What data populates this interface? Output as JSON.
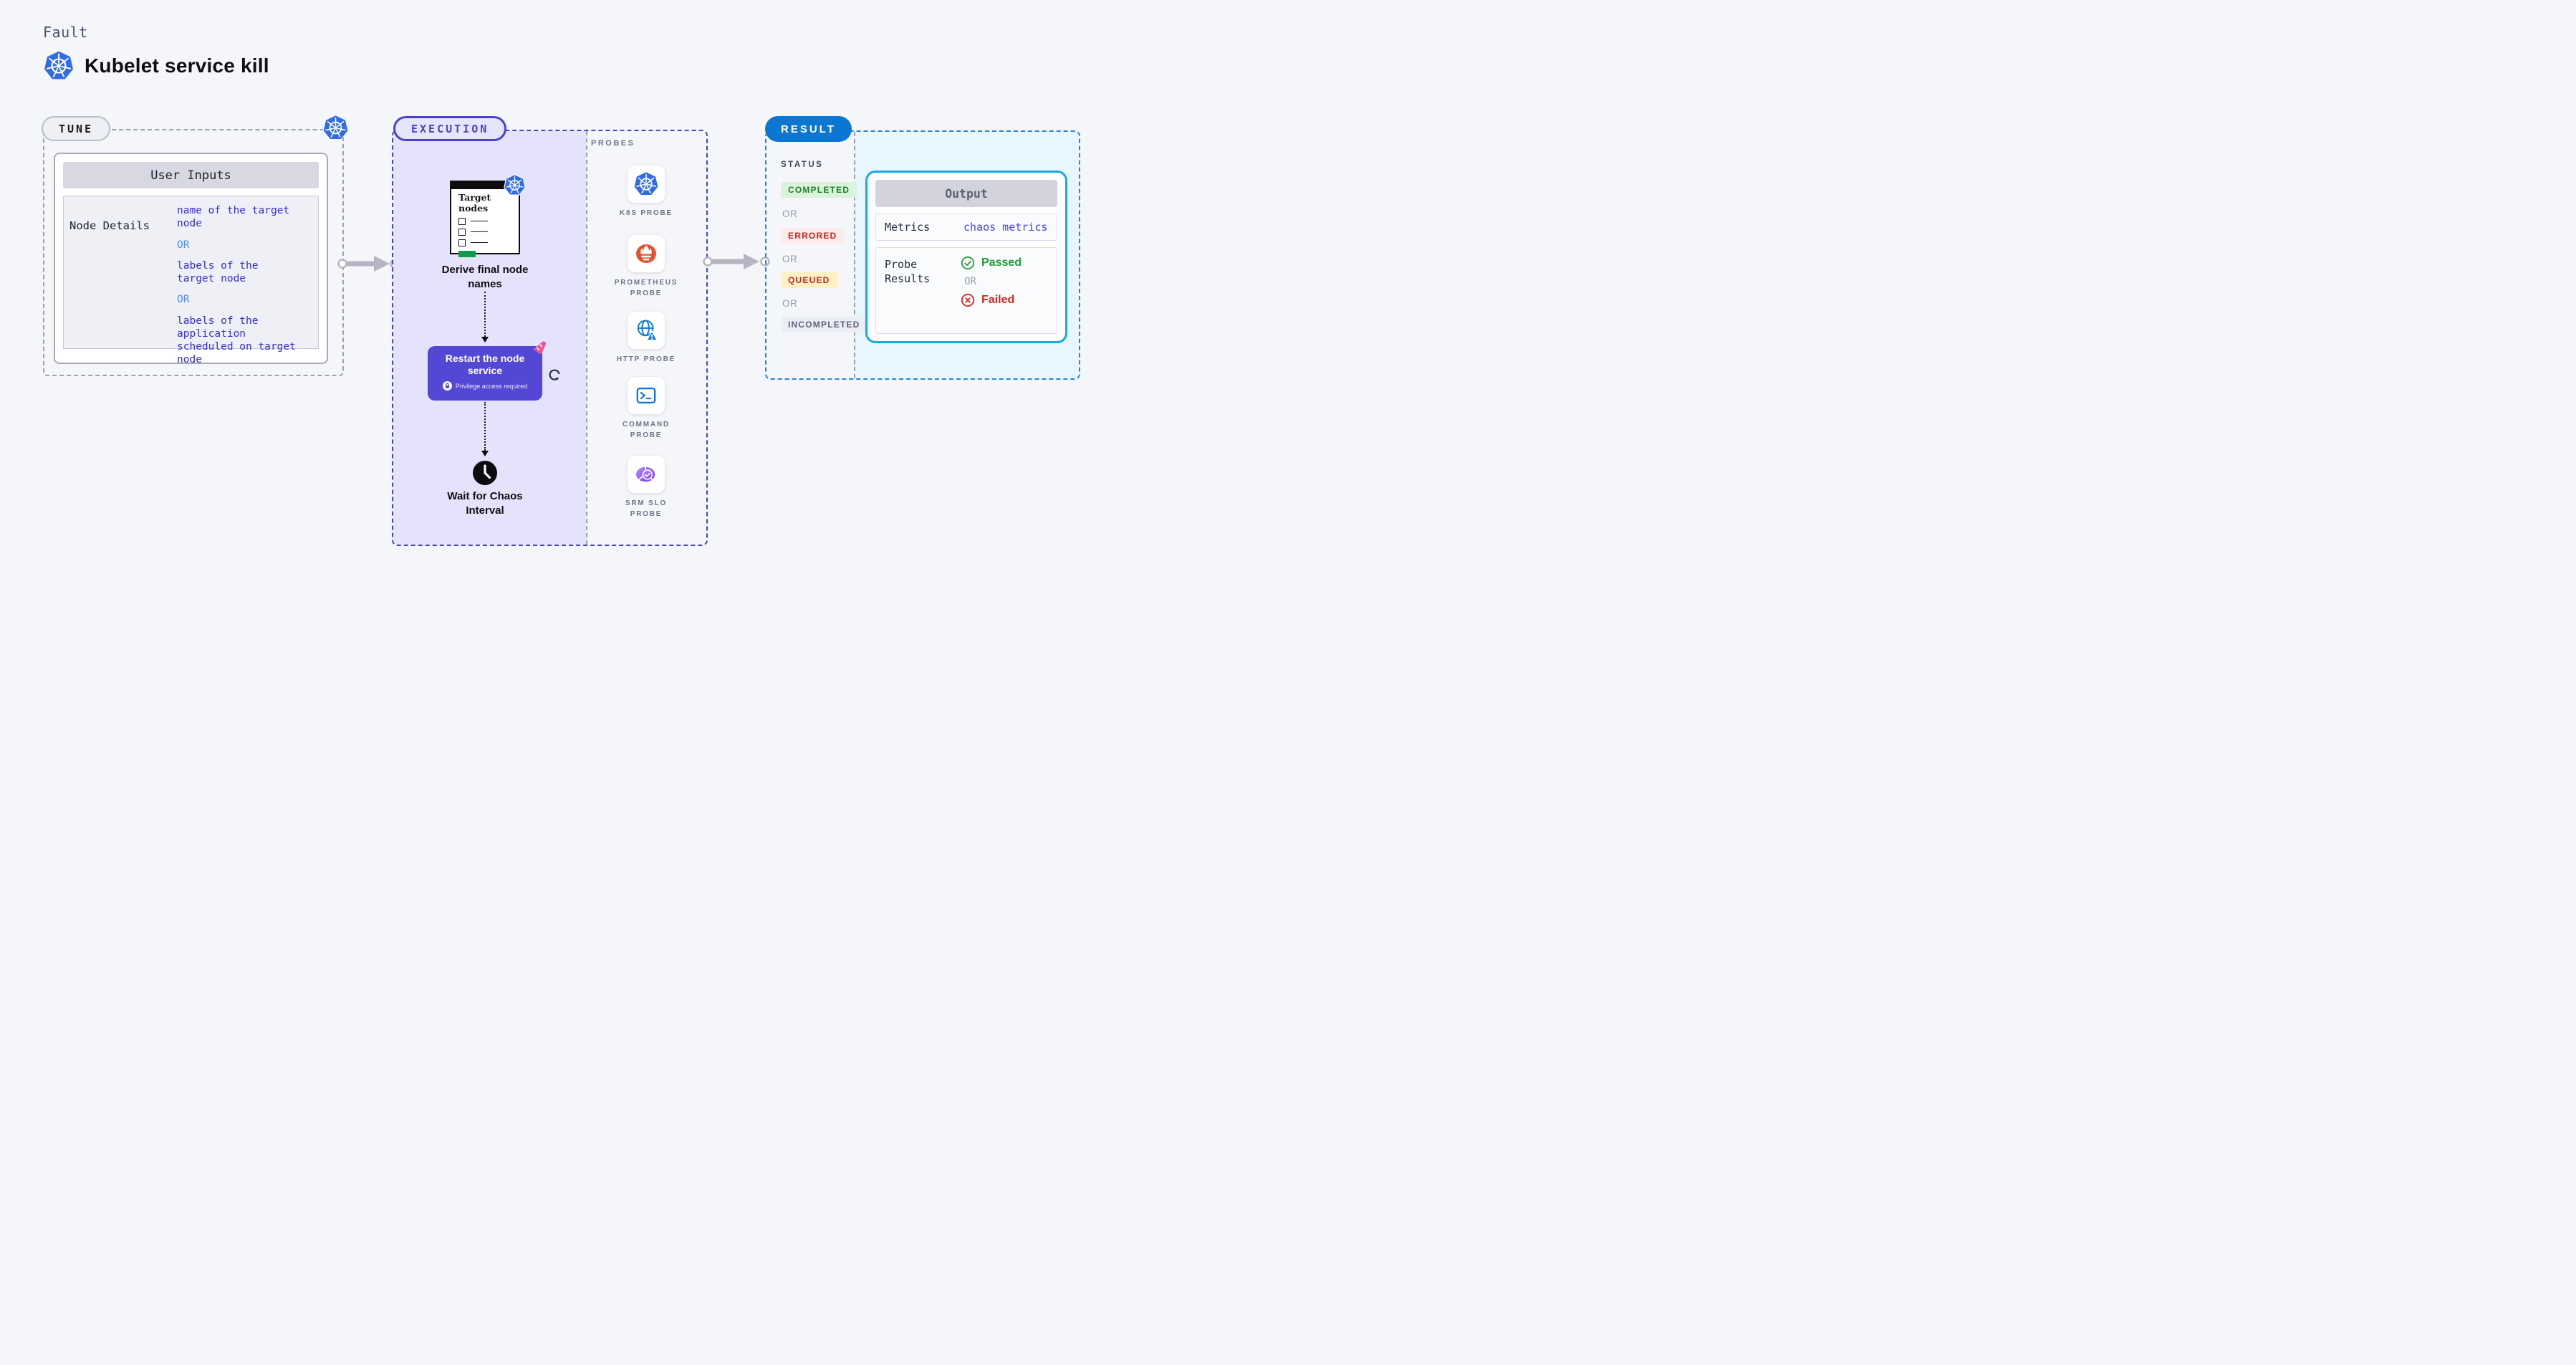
{
  "header": {
    "kicker": "Fault",
    "title": "Kubelet service kill"
  },
  "tune": {
    "badge": "TUNE",
    "table_title": "User Inputs",
    "row_label": "Node Details",
    "values": [
      {
        "text": "name of the target\nnode"
      },
      {
        "text": "OR"
      },
      {
        "text": "labels of the\ntarget node"
      },
      {
        "text": "OR"
      },
      {
        "text": "labels of the application\n scheduled on target node"
      }
    ]
  },
  "execution": {
    "badge": "EXECUTION",
    "target_card_title": "Target\nnodes",
    "step_derive": "Derive final node\nnames",
    "restart_title": "Restart the node\nservice",
    "restart_note": "Privilege access required",
    "step_wait": "Wait for Chaos\nInterval"
  },
  "probes": {
    "label": "PROBES",
    "items": [
      {
        "name": "K8S PROBE",
        "icon": "k8s-probe-icon"
      },
      {
        "name": "PROMETHEUS\nPROBE",
        "icon": "prometheus-probe-icon"
      },
      {
        "name": "HTTP PROBE",
        "icon": "http-probe-icon"
      },
      {
        "name": "COMMAND\nPROBE",
        "icon": "command-probe-icon"
      },
      {
        "name": "SRM SLO\nPROBE",
        "icon": "srm-slo-probe-icon"
      }
    ]
  },
  "result": {
    "badge": "RESULT",
    "status_label": "STATUS",
    "statuses": [
      {
        "label": "COMPLETED",
        "bg": "#dbf2db",
        "color": "#1d7f2c"
      },
      {
        "label": "OR"
      },
      {
        "label": "ERRORED",
        "bg": "#fcebe9",
        "color": "#c5271f"
      },
      {
        "label": "OR"
      },
      {
        "label": "QUEUED",
        "bg": "#fdf0c5",
        "color": "#c5271f"
      },
      {
        "label": "OR"
      },
      {
        "label": "INCOMPLETED",
        "bg": "#eceef5",
        "color": "#596078"
      }
    ],
    "output": {
      "title": "Output",
      "metrics_label": "Metrics",
      "metrics_value": "chaos metrics",
      "probe_results_label": "Probe\nResults",
      "passed": "Passed",
      "or": "OR",
      "failed": "Failed"
    }
  },
  "colors": {
    "page_bg": "#f5f6fa",
    "execution_accent": "#4540cf",
    "execution_fill": "#e4e3fb",
    "result_accent": "#0b77d2",
    "result_fill": "#e8f6fd",
    "output_border": "#17a9e2",
    "value_indigo": "#3a2ed3",
    "or_blue": "#4d8ef5",
    "restart_purple": "#5347d5",
    "passed_green": "#1f9c32",
    "failed_red": "#d3291d",
    "k8s_blue": "#326ce5",
    "prometheus_orange": "#e6522c",
    "http_blue": "#1178dc",
    "srm_purple": "#8a4df0",
    "chaos_pink": "#f2538f",
    "target_green": "#0f9b4e"
  }
}
